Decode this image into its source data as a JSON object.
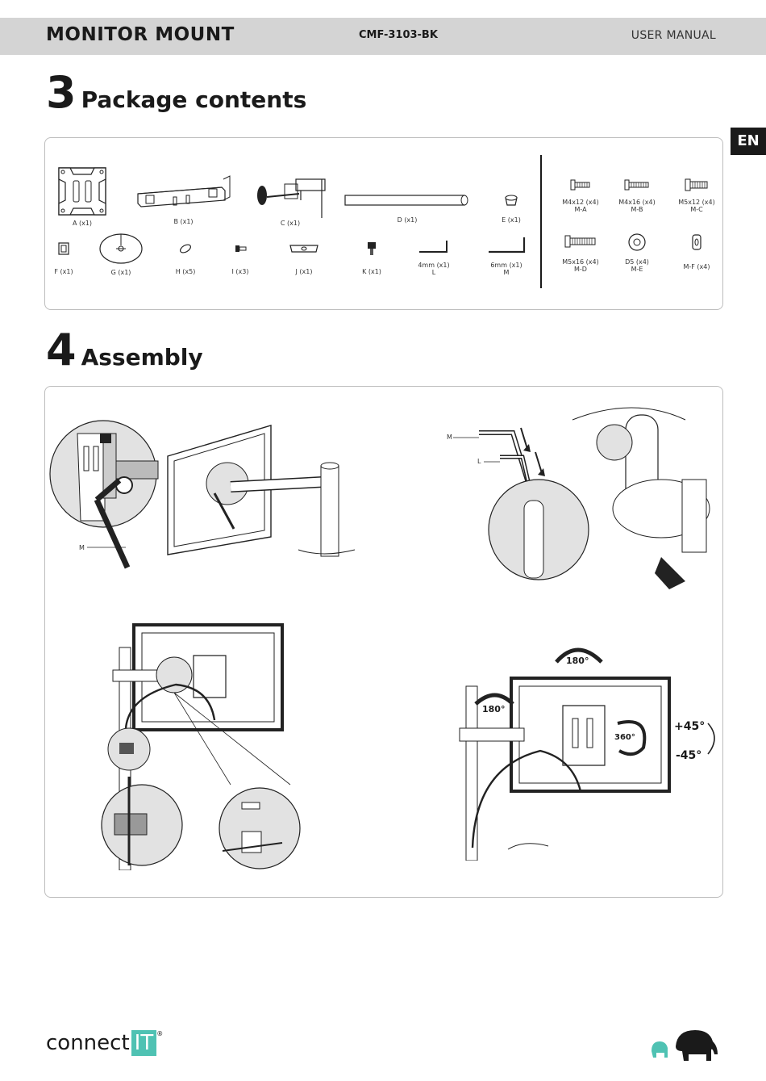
{
  "header": {
    "title": "MONITOR MOUNT",
    "model": "CMF-3103-BK",
    "doc_type": "USER MANUAL"
  },
  "lang_tab": "EN",
  "section3": {
    "number": "3",
    "title": "Package contents"
  },
  "section4": {
    "number": "4",
    "title": "Assembly"
  },
  "parts": {
    "A": "A (x1)",
    "B": "B (x1)",
    "C": "C (x1)",
    "D": "D (x1)",
    "E": "E (x1)",
    "F": "F (x1)",
    "G": "G (x1)",
    "H": "H (x5)",
    "I": "I (x3)",
    "J": "J (x1)",
    "K": "K (x1)",
    "L1": "4mm (x1)",
    "L2": "L",
    "M1": "6mm (x1)",
    "M2": "M"
  },
  "hardware": {
    "MA1": "M4x12 (x4)",
    "MA2": "M-A",
    "MB1": "M4x16 (x4)",
    "MB2": "M-B",
    "MC1": "M5x12 (x4)",
    "MC2": "M-C",
    "MD1": "M5x16 (x4)",
    "MD2": "M-D",
    "ME1": "D5 (x4)",
    "ME2": "M-E",
    "MF": "M-F (x4)"
  },
  "assembly_labels": {
    "step1_m": "M",
    "step2_m": "M",
    "step2_l": "L",
    "rot_top": "180°",
    "rot_side": "180°",
    "rot_360": "360°",
    "tilt_up": "+45°",
    "tilt_down": "-45°"
  },
  "brand": {
    "name": "connect",
    "mark": "IT",
    "reg": "®"
  },
  "colors": {
    "header_bg": "#d4d4d4",
    "brand_accent": "#4fc2b3",
    "ink": "#1a1a1a"
  }
}
